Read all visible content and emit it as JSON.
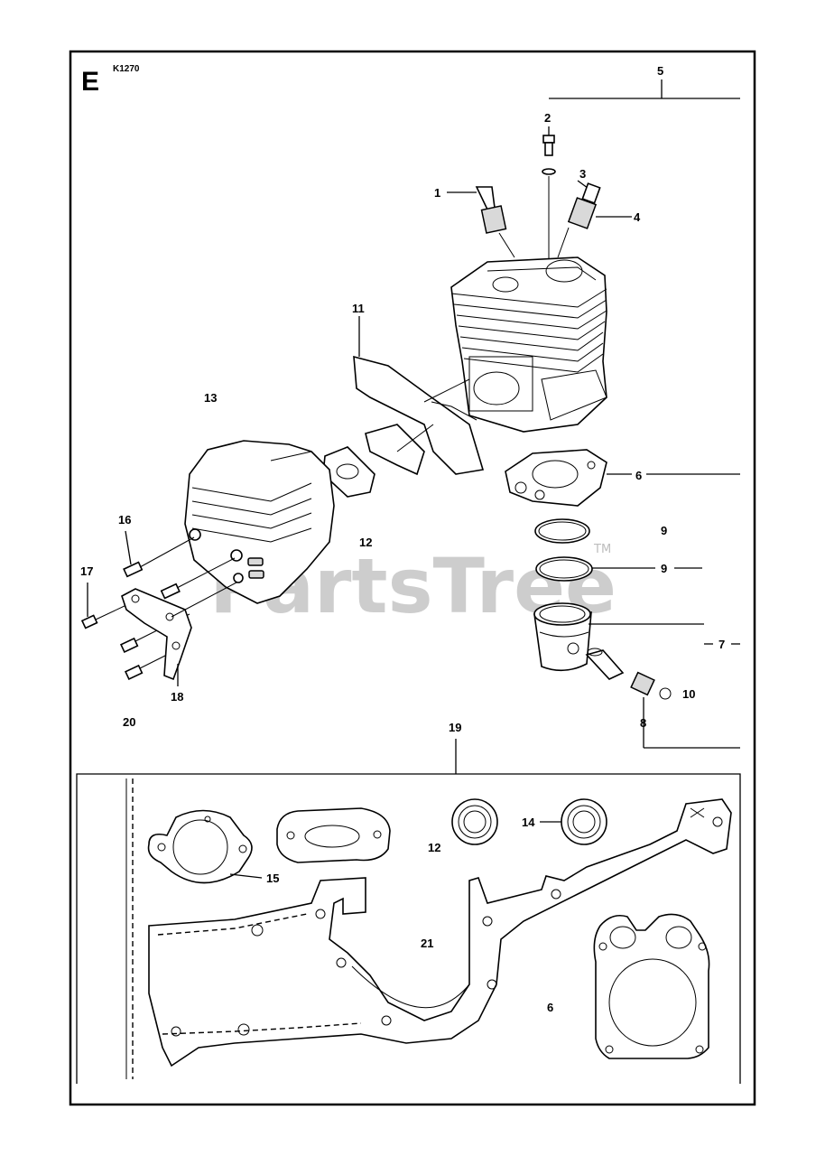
{
  "section": {
    "letter": "E",
    "code": "K1270"
  },
  "watermark": {
    "text": "PartsTree",
    "tm": "TM"
  },
  "callouts": {
    "c1": "1",
    "c2": "2",
    "c3": "3",
    "c4": "4",
    "c5": "5",
    "c6": "6",
    "c6b": "6",
    "c7": "7",
    "c8": "8",
    "c9a": "9",
    "c9b": "9",
    "c10": "10",
    "c11": "11",
    "c12": "12",
    "c12b": "12",
    "c13": "13",
    "c14": "14",
    "c15": "15",
    "c16": "16",
    "c17": "17",
    "c18": "18",
    "c19": "19",
    "c20": "20",
    "c21": "21"
  }
}
